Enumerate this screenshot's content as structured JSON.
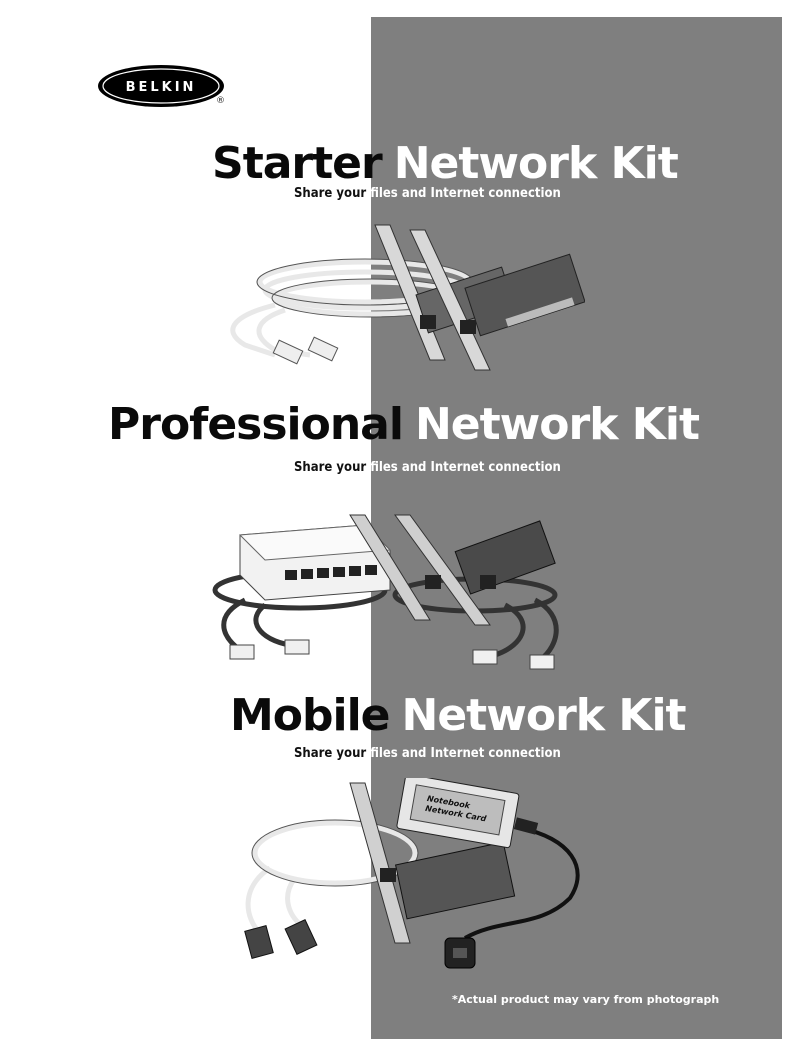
{
  "brand": {
    "logo_text": "BELKIN",
    "registered": "®"
  },
  "kits": [
    {
      "name_dark": "Starter",
      "name_light": "Network Kit",
      "tag_dark": "Share your",
      "tag_light": "files and Internet connection"
    },
    {
      "name_dark": "Professional",
      "name_light": "Network Kit",
      "tag_dark": "Share your",
      "tag_light": "files and Internet connection"
    },
    {
      "name_dark": "Mobile",
      "name_light": "Network Kit",
      "tag_dark": "Share your",
      "tag_light": "files and Internet connection"
    }
  ],
  "pcmcia_card": {
    "label_line1": "Notebook",
    "label_line2": "Network Card"
  },
  "footnote": "*Actual product may vary from photograph",
  "colors": {
    "panel": "#7f7f7f",
    "background": "#ffffff",
    "dark_text": "#0a0a0a",
    "light_text": "#ffffff"
  }
}
